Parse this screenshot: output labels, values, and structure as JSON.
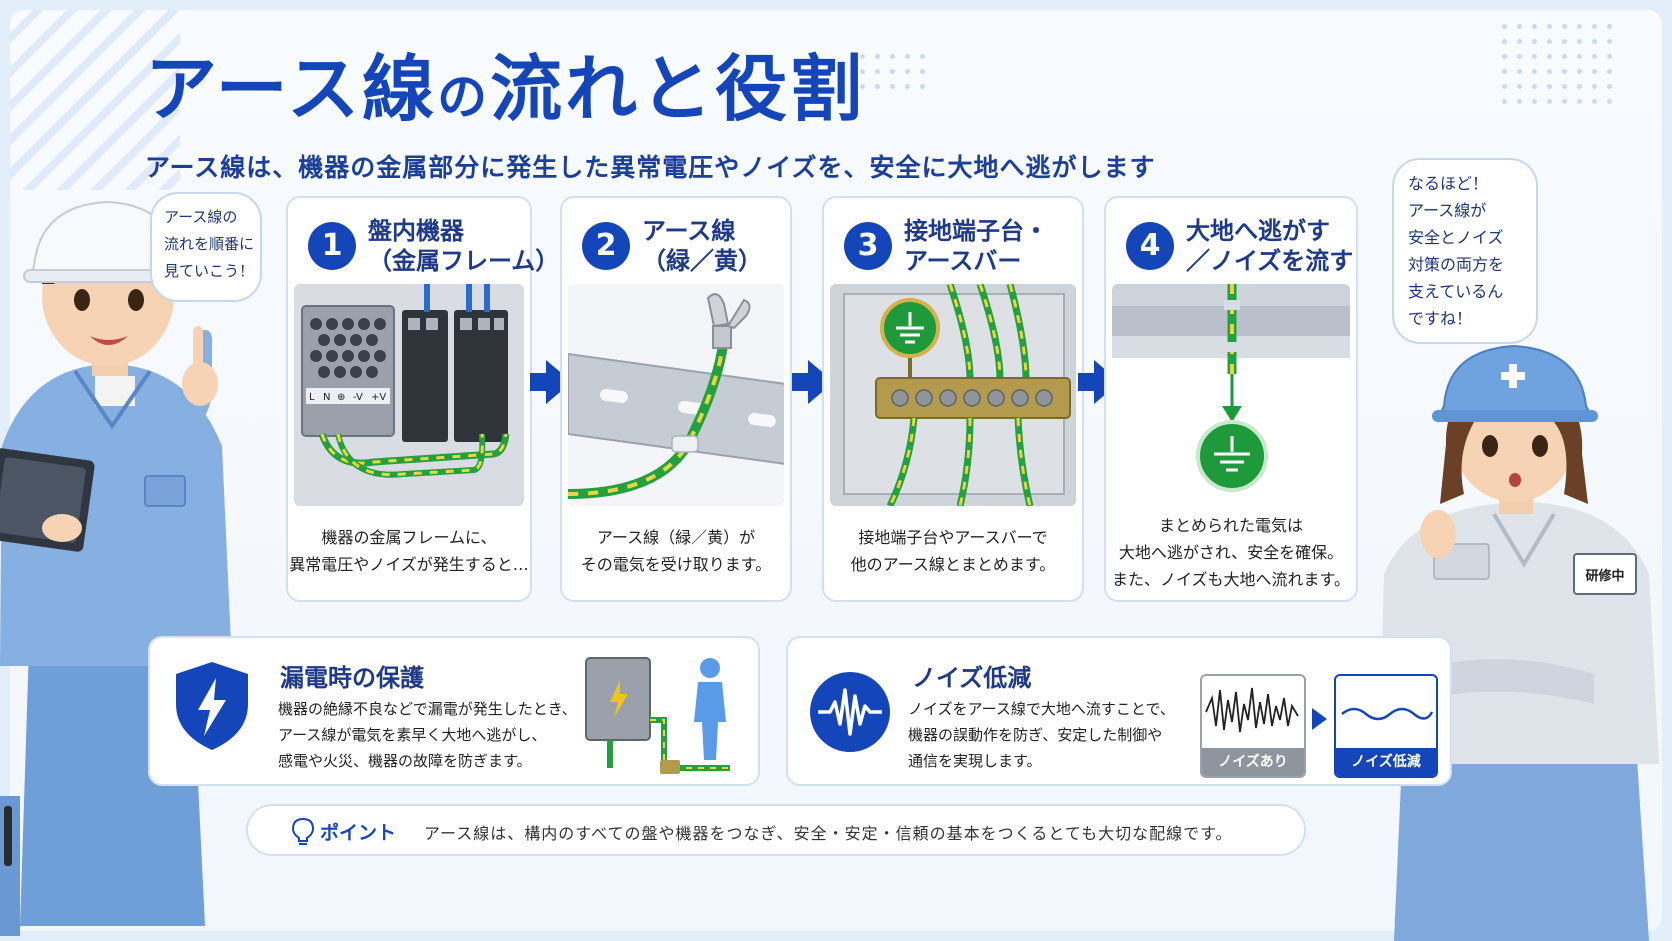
{
  "title_main": "アース線",
  "title_particle": "の",
  "title_rest": "流れと役割",
  "subtitle": "アース線は、機器の金属部分に発生した異常電圧やノイズを、安全に大地へ逃がします",
  "bubble_left": [
    "アース線の",
    "流れを順番に",
    "見ていこう！"
  ],
  "bubble_right": [
    "なるほど！",
    "アース線が",
    "安全とノイズ",
    "対策の両方を",
    "支えているん",
    "ですね！"
  ],
  "steps": [
    {
      "num": "1",
      "heading": [
        "盤内機器",
        "（金属フレーム）"
      ],
      "desc": [
        "機器の金属フレームに、",
        "異常電圧やノイズが発生すると…"
      ]
    },
    {
      "num": "2",
      "heading": [
        "アース線",
        "（緑／黄）"
      ],
      "desc": [
        "アース線（緑／黄）が",
        "その電気を受け取ります。"
      ]
    },
    {
      "num": "3",
      "heading": [
        "接地端子台・",
        "アースバー"
      ],
      "desc": [
        "接地端子台やアースバーで",
        "他のアース線とまとめます。"
      ]
    },
    {
      "num": "4",
      "heading": [
        "大地へ逃がす",
        "／ノイズを流す"
      ],
      "desc": [
        "まとめられた電気は",
        "大地へ逃がされ、安全を確保。",
        "また、ノイズも大地へ流れます。"
      ]
    }
  ],
  "device_labels": [
    "L",
    "N",
    "⊕",
    "-V",
    "+V"
  ],
  "leak": {
    "title": "漏電時の保護",
    "text": [
      "機器の絶縁不良などで漏電が発生したとき、",
      "アース線が電気を素早く大地へ逃がし、",
      "感電や火災、機器の故障を防ぎます。"
    ]
  },
  "noise": {
    "title": "ノイズ低減",
    "text": [
      "ノイズをアース線で大地へ流すことで、",
      "機器の誤動作を防ぎ、安定した制御や",
      "通信を実現します。"
    ],
    "before_label": "ノイズあり",
    "after_label": "ノイズ低減"
  },
  "tip": {
    "label": "ポイント",
    "text": "アース線は、構内のすべての盤や機器をつなぎ、安全・安定・信頼の基本をつくるとても大切な配線です。"
  },
  "name_tag": "研修中",
  "colors": {
    "brand": "#1546b9",
    "ground_green": "#1f9a3a",
    "wire_yellow": "#e3d23a",
    "uniform": "#7fa8dc"
  }
}
